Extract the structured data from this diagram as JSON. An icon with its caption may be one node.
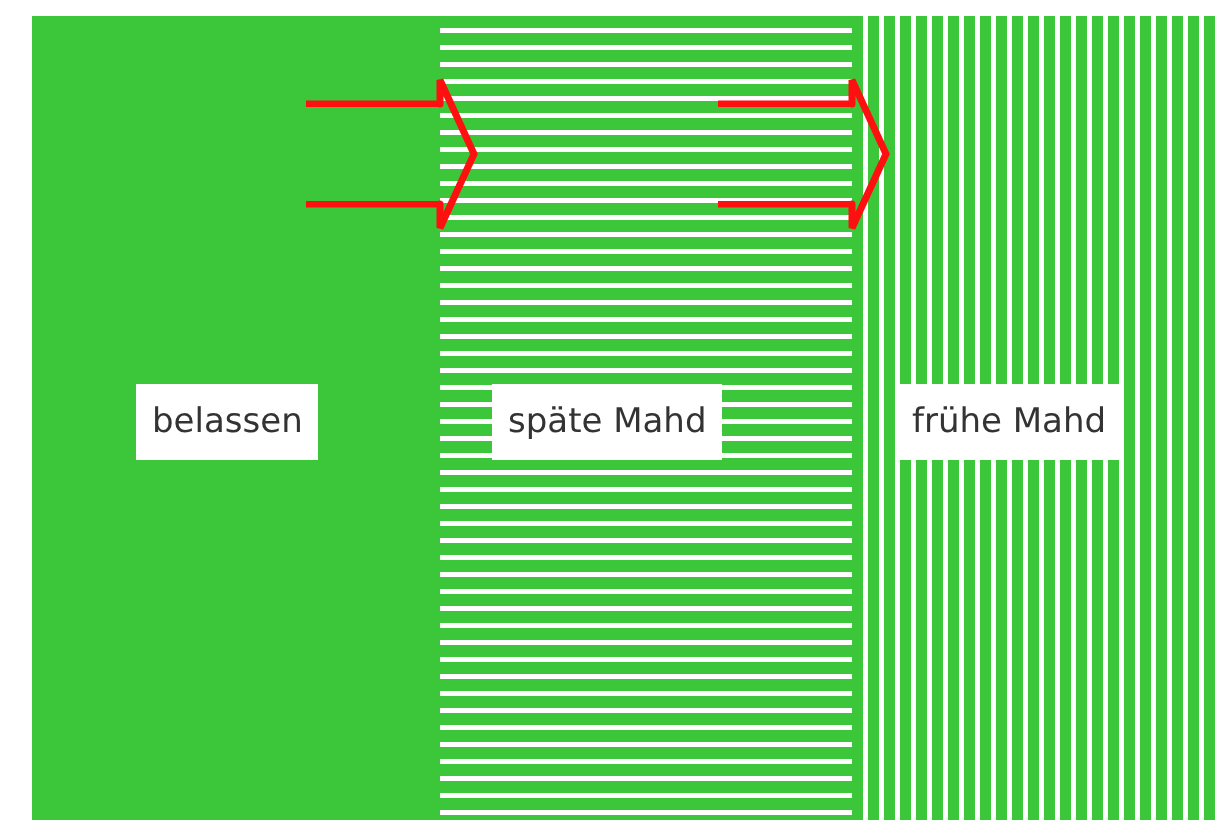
{
  "diagram": {
    "nodes": [
      {
        "text": [
          "belassen"
        ]
      },
      {
        "text": [
          "späte Mahd"
        ]
      },
      {
        "text": [
          "frühe Mahd"
        ]
      }
    ],
    "edges": [
      {
        "from": 0,
        "to": 1,
        "arrow": "to"
      },
      {
        "from": 1,
        "to": 2,
        "arrow": "to"
      }
    ]
  }
}
